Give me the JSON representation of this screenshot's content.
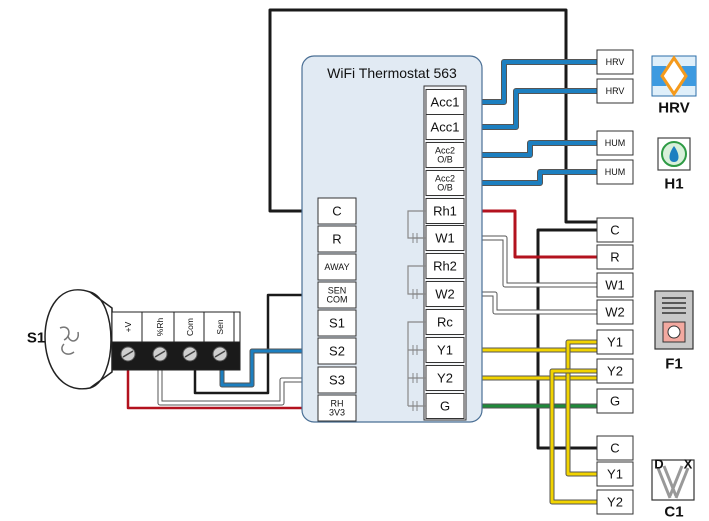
{
  "title": "WiFi Thermostat 563",
  "left_terminals": [
    "C",
    "R",
    "AWAY",
    "SEN\nCOM",
    "S1",
    "S2",
    "S3",
    "RH\n3V3"
  ],
  "right_terminals": [
    "Acc1",
    "Acc1",
    "Acc2\nO/B",
    "Acc2\nO/B",
    "Rh1",
    "W1",
    "Rh2",
    "W2",
    "Rc",
    "Y1",
    "Y2",
    "G"
  ],
  "hrv_terminals": [
    "HRV",
    "HRV"
  ],
  "hum_terminals": [
    "HUM",
    "HUM"
  ],
  "f1_terminals": [
    "C",
    "R",
    "W1",
    "W2",
    "Y1",
    "Y2",
    "G"
  ],
  "c1_terminals": [
    "C",
    "Y1",
    "Y2"
  ],
  "sensor_terminals": [
    "+V",
    "%Rh",
    "Com",
    "Sen"
  ],
  "device_labels": {
    "s1": "S1",
    "hrv": "HRV",
    "h1": "H1",
    "f1": "F1",
    "c1": "C1"
  },
  "c1_letters": {
    "d": "D",
    "x": "X"
  },
  "wire_colors": {
    "black": "#1a1a1a",
    "blue": "#1c7fc0",
    "red": "#b3121e",
    "yellow": "#f2d400",
    "green": "#1e8a3a",
    "white": "#ffffff",
    "panel": "#e1eaf3"
  }
}
